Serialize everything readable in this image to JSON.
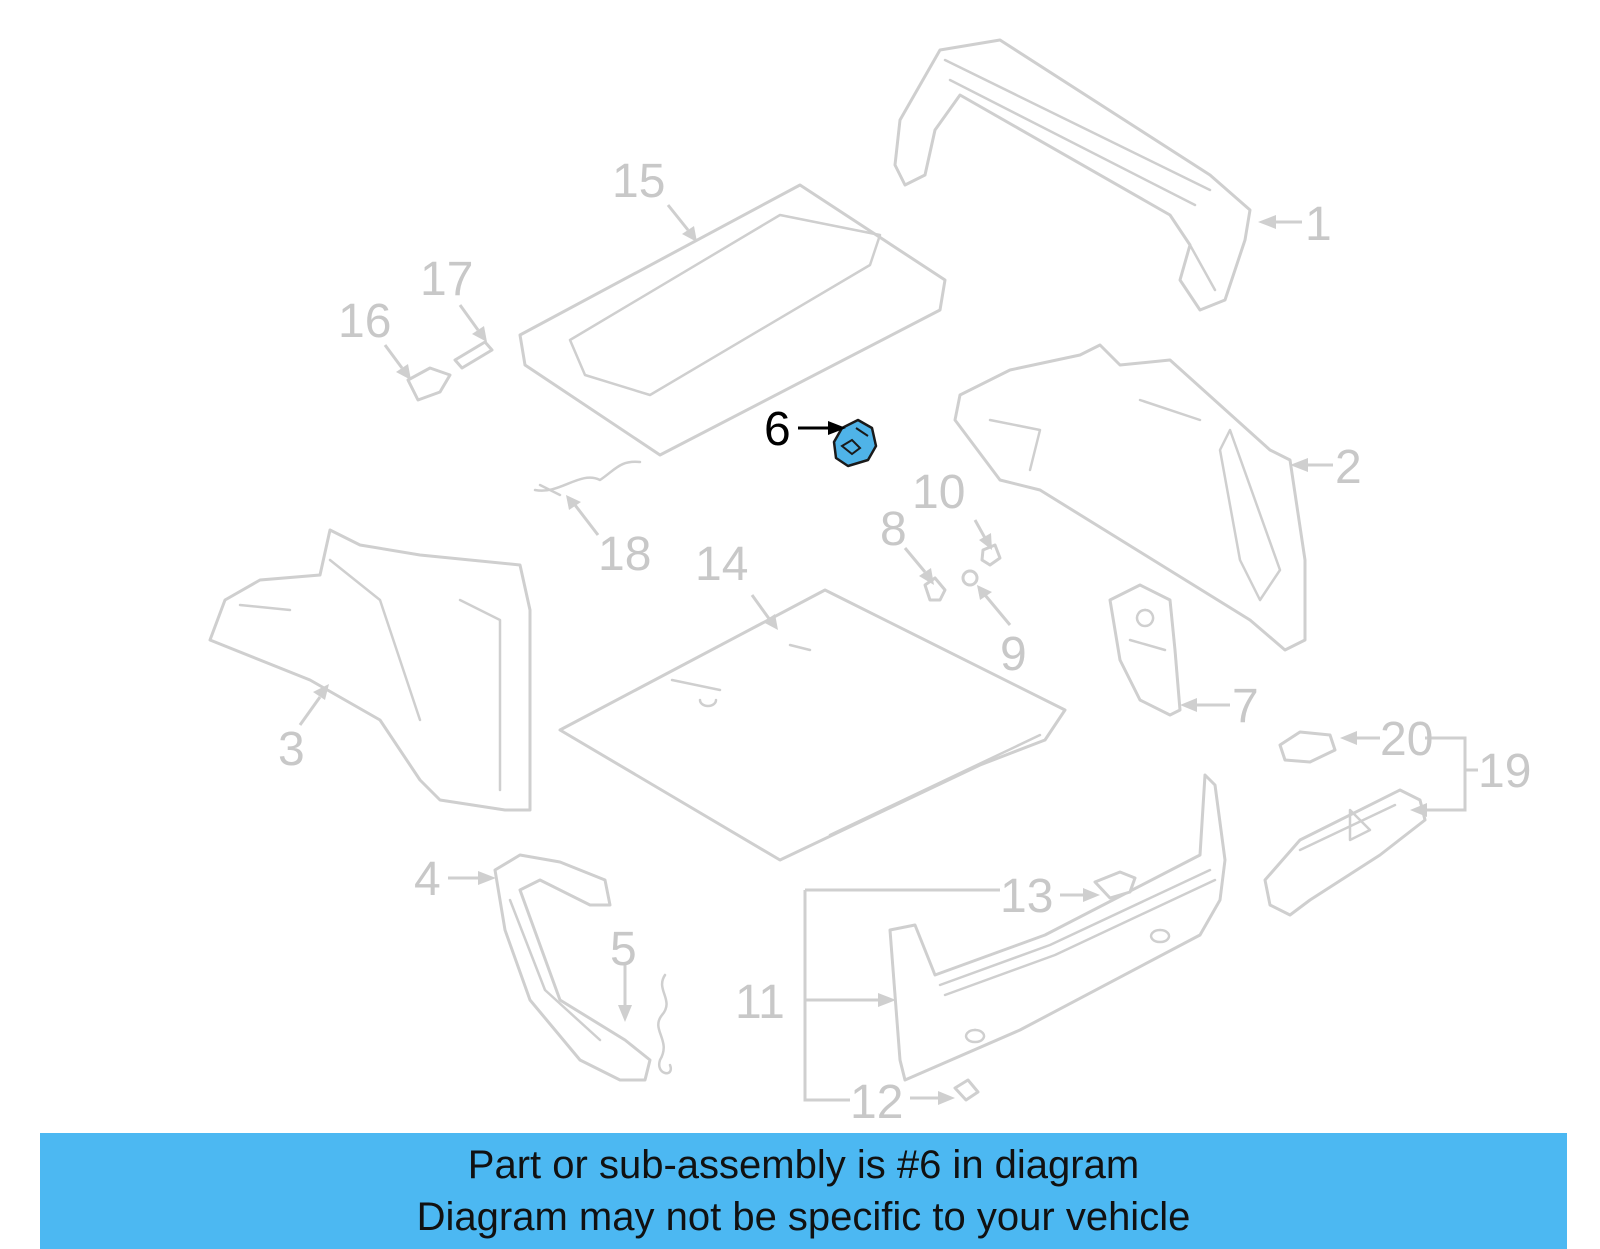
{
  "diagram": {
    "highlight_color": "#4fb3e8",
    "callouts": {
      "c1": "1",
      "c2": "2",
      "c3": "3",
      "c4": "4",
      "c5": "5",
      "c6": "6",
      "c7": "7",
      "c8": "8",
      "c9": "9",
      "c10": "10",
      "c11": "11",
      "c12": "12",
      "c13": "13",
      "c14": "14",
      "c15": "15",
      "c16": "16",
      "c17": "17",
      "c18": "18",
      "c19": "19",
      "c20": "20"
    },
    "highlighted_part": "6"
  },
  "banner": {
    "color": "#4cb8f2",
    "line1": "Part or sub-assembly is #6 in diagram",
    "line2": "Diagram may not be specific to your vehicle"
  }
}
